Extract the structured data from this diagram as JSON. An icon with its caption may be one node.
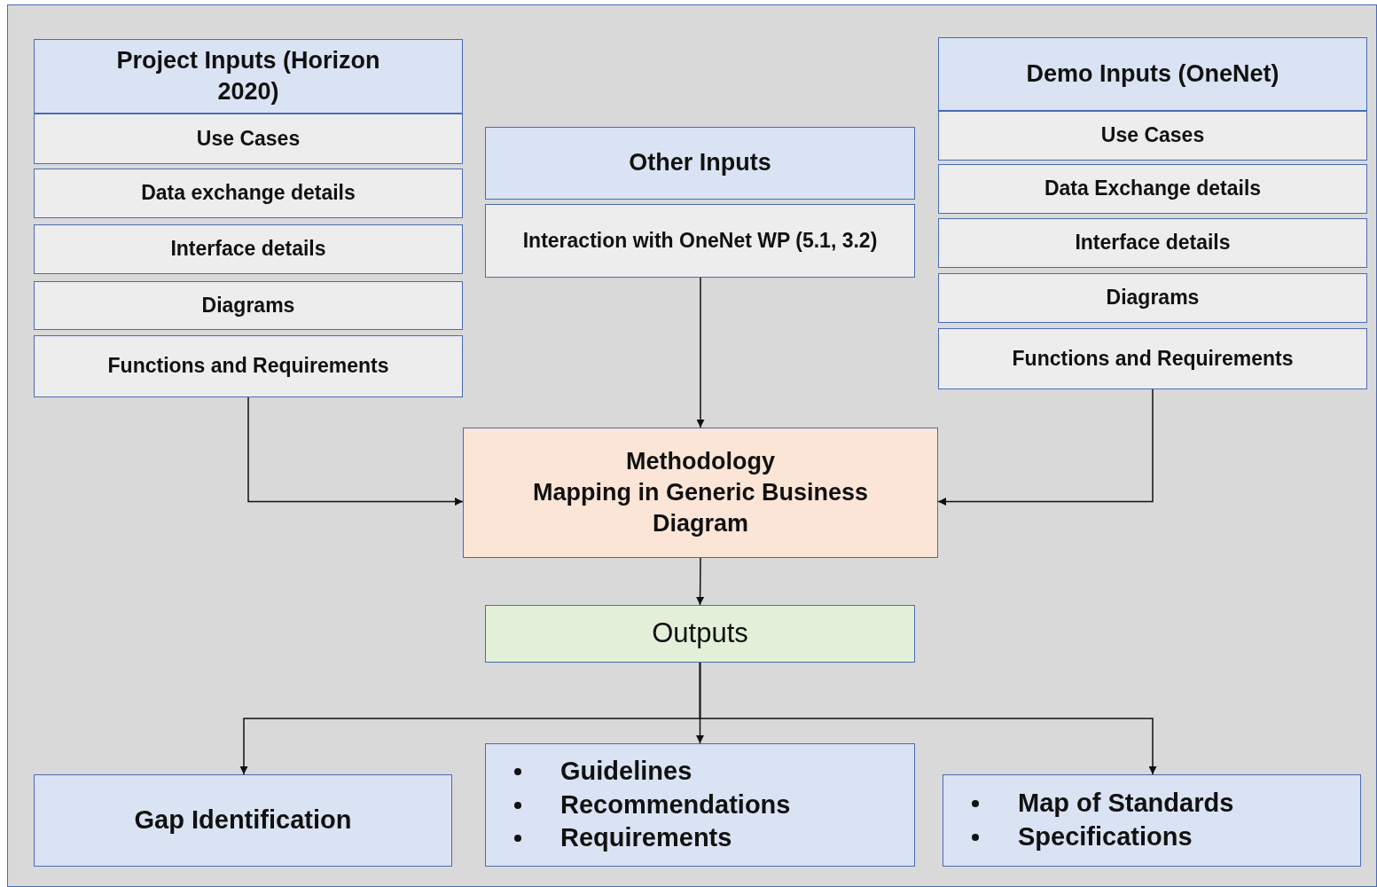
{
  "diagram": {
    "nodes": [
      {
        "text": [
          "Project Inputs (Horizon 2020)"
        ]
      },
      {
        "text": [
          "Use Cases"
        ]
      },
      {
        "text": [
          "Data exchange details"
        ]
      },
      {
        "text": [
          "Interface details"
        ]
      },
      {
        "text": [
          "Diagrams"
        ]
      },
      {
        "text": [
          "Functions and Requirements"
        ]
      },
      {
        "text": [
          "Other Inputs"
        ]
      },
      {
        "text": [
          "Interaction with OneNet WP (5.1, 3.2)"
        ]
      },
      {
        "text": [
          "Demo Inputs (OneNet)"
        ]
      },
      {
        "text": [
          "Use Cases"
        ]
      },
      {
        "text": [
          "Data Exchange details"
        ]
      },
      {
        "text": [
          "Interface details"
        ]
      },
      {
        "text": [
          "Diagrams"
        ]
      },
      {
        "text": [
          "Functions and Requirements"
        ]
      },
      {
        "text": [
          "Methodology",
          "Mapping in Generic Business Diagram"
        ]
      },
      {
        "text": [
          "Outputs"
        ]
      },
      {
        "text": [
          "Gap Identification"
        ]
      },
      {
        "text": [
          "Guidelines",
          "Recommendations",
          "Requirements"
        ]
      },
      {
        "text": [
          "Map of Standards",
          "Specifications"
        ]
      }
    ],
    "edges": [
      {
        "from": 5,
        "to": 14,
        "arrow": "to"
      },
      {
        "from": 7,
        "to": 14,
        "arrow": "to"
      },
      {
        "from": 13,
        "to": 14,
        "arrow": "to"
      },
      {
        "from": 14,
        "to": 15,
        "arrow": "to"
      },
      {
        "from": 15,
        "to": 16,
        "arrow": "to"
      },
      {
        "from": 15,
        "to": 17,
        "arrow": "to"
      },
      {
        "from": 15,
        "to": 18,
        "arrow": "to"
      }
    ]
  }
}
